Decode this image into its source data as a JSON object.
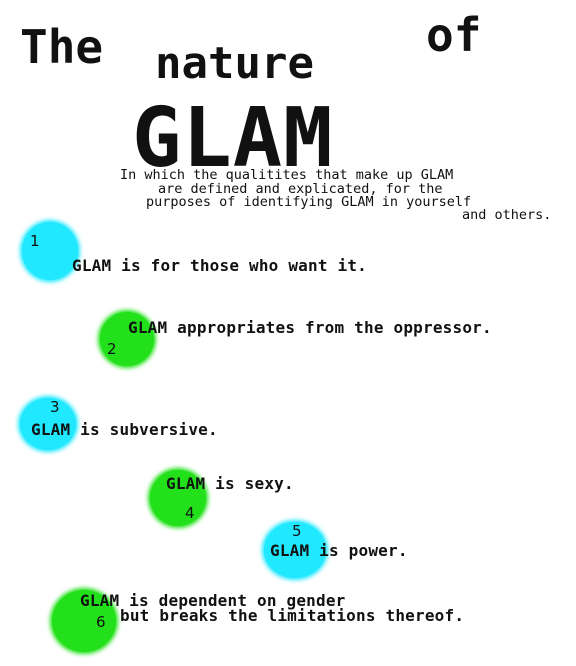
{
  "title": {
    "the": "The",
    "nature": "nature",
    "of": "of",
    "glam": "GLAM"
  },
  "subtitle_lines": [
    "In which the qualitites that make up GLAM",
    "are defined and explicated, for the",
    "purposes of identifying GLAM in yourself",
    "and others."
  ],
  "colors": {
    "cyan": "#1fe8ff",
    "green": "#22e01a"
  },
  "items": [
    {
      "number": "1",
      "text": "GLAM is for those who want it."
    },
    {
      "number": "2",
      "text": "GLAM appropriates from the oppressor."
    },
    {
      "number": "3",
      "text": "GLAM is subversive."
    },
    {
      "number": "4",
      "text": "GLAM is sexy."
    },
    {
      "number": "5",
      "text": "GLAM is power."
    },
    {
      "number": "6",
      "text_line1": "GLAM is dependent on gender",
      "text_line2": "but breaks the limitations thereof."
    }
  ]
}
